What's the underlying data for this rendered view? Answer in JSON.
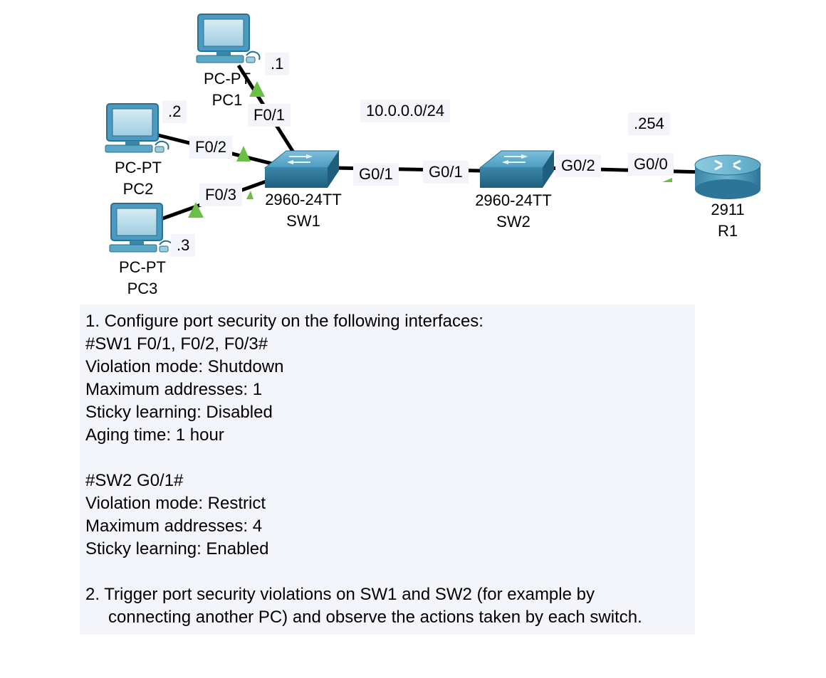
{
  "network": "10.0.0.0/24",
  "devices": {
    "pc1": {
      "model": "PC-PT",
      "name": "PC1",
      "ip": ".1"
    },
    "pc2": {
      "model": "PC-PT",
      "name": "PC2",
      "ip": ".2"
    },
    "pc3": {
      "model": "PC-PT",
      "name": "PC3",
      "ip": ".3"
    },
    "sw1": {
      "model": "2960-24TT",
      "name": "SW1"
    },
    "sw2": {
      "model": "2960-24TT",
      "name": "SW2"
    },
    "r1": {
      "model": "2911",
      "name": "R1",
      "ip": ".254"
    }
  },
  "ports": {
    "sw1_f01": "F0/1",
    "sw1_f02": "F0/2",
    "sw1_f03": "F0/3",
    "sw1_g01": "G0/1",
    "sw2_g01": "G0/1",
    "sw2_g02": "G0/2",
    "r1_g00": "G0/0"
  },
  "colors": {
    "link": "#000000",
    "link_up": "#6abf45",
    "device": "#4a9bbf",
    "label_bg": "#f3f5fb"
  },
  "task": {
    "l1": "1. Configure port security on the following interfaces:",
    "l2": "#SW1 F0/1, F0/2, F0/3#",
    "l3": "Violation mode: Shutdown",
    "l4": "Maximum addresses: 1",
    "l5": "Sticky learning: Disabled",
    "l6": "Aging time: 1 hour",
    "l7": "#SW2 G0/1#",
    "l8": "Violation mode: Restrict",
    "l9": "Maximum addresses: 4",
    "l10": "Sticky learning: Enabled",
    "l11": "2. Trigger port security violations on SW1 and SW2 (for example by",
    "l12": "connecting another PC) and observe the actions taken by each switch."
  }
}
